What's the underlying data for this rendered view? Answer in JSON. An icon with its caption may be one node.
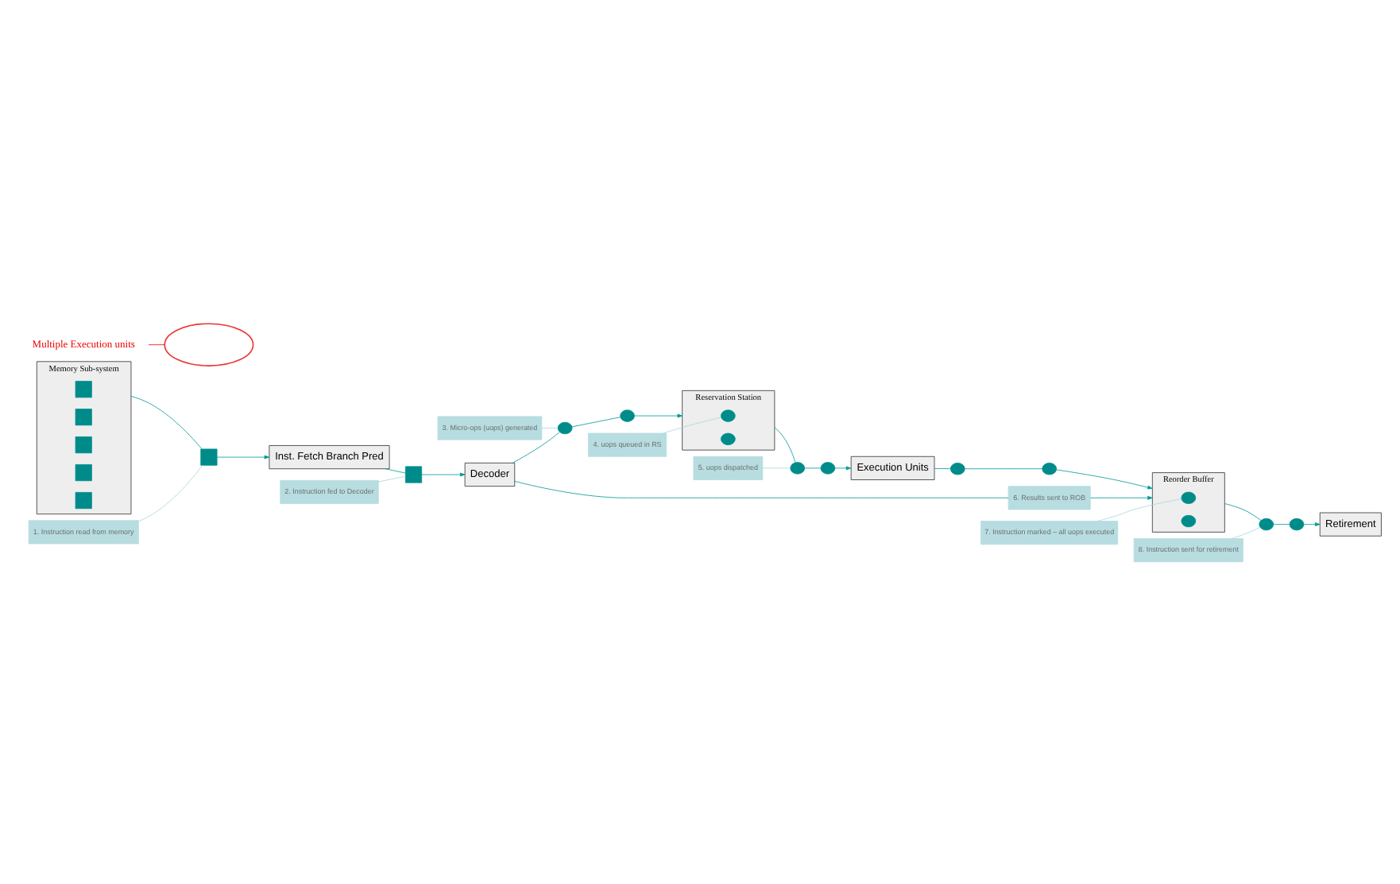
{
  "diagram": {
    "nodes": [
      {
        "text": [
          "Memory Sub-system"
        ]
      },
      {
        "text": [],
        "shape": "box",
        "in": 0
      },
      {
        "text": [],
        "shape": "box",
        "in": 0
      },
      {
        "text": [],
        "shape": "box",
        "in": 0
      },
      {
        "text": [],
        "shape": "box",
        "in": 0
      },
      {
        "text": [],
        "shape": "box",
        "in": 0
      },
      {
        "text": [],
        "shape": "box"
      },
      {
        "text": [
          "Inst. Fetch Branch Pred"
        ]
      },
      {
        "text": [],
        "shape": "box"
      },
      {
        "text": [
          "Decoder"
        ]
      },
      {
        "text": [
          "Reservation Station"
        ]
      },
      {
        "text": [],
        "shape": "circle",
        "in": 10
      },
      {
        "text": [],
        "shape": "circle",
        "in": 10
      },
      {
        "text": [],
        "shape": "circle"
      },
      {
        "text": [],
        "shape": "circle"
      },
      {
        "text": [],
        "shape": "circle"
      },
      {
        "text": [],
        "shape": "circle"
      },
      {
        "text": [],
        "shape": "circle"
      },
      {
        "text": [
          "Execution Units"
        ]
      },
      {
        "text": [],
        "shape": "circle"
      },
      {
        "text": [],
        "shape": "circle"
      },
      {
        "text": [
          "Reorder Buffer"
        ]
      },
      {
        "text": [],
        "shape": "circle",
        "in": 21
      },
      {
        "text": [],
        "shape": "circle",
        "in": 21
      },
      {
        "text": [],
        "shape": "circle"
      },
      {
        "text": [],
        "shape": "circle"
      },
      {
        "text": [
          "Retirement"
        ]
      },
      {
        "text": [
          "1. Instruction read from memory"
        ]
      },
      {
        "text": [
          "4. uops queued in RS"
        ]
      },
      {
        "text": [
          "2. Instruction fed to Decoder"
        ]
      },
      {
        "text": [
          "5. uops dispatched"
        ]
      },
      {
        "text": [
          "6. Results sent to ROB"
        ]
      },
      {
        "text": [
          "7. Instruction marked – all uops executed"
        ]
      },
      {
        "text": [
          "3. Micro-ops (uops) generated"
        ]
      },
      {
        "text": [
          "8. Instruction sent for retirement"
        ]
      },
      {
        "text": [
          "Multiple Execution units"
        ]
      }
    ],
    "edges": [
      {
        "from": 0,
        "to": 6,
        "arrow": "none"
      },
      {
        "from": 6,
        "to": 7,
        "arrow": "to"
      },
      {
        "from": 7,
        "to": 8,
        "arrow": "none"
      },
      {
        "from": 8,
        "to": 9,
        "arrow": "to"
      },
      {
        "from": 9,
        "to": 14,
        "arrow": "none"
      },
      {
        "from": 14,
        "to": 13,
        "arrow": "none"
      },
      {
        "from": 13,
        "to": 10,
        "arrow": "to"
      },
      {
        "from": 10,
        "to": 15,
        "arrow": "none"
      },
      {
        "from": 15,
        "to": 16,
        "arrow": "none"
      },
      {
        "from": 16,
        "to": 18,
        "arrow": "to"
      },
      {
        "from": 18,
        "to": 19,
        "arrow": "none"
      },
      {
        "from": 19,
        "to": 20,
        "arrow": "none"
      },
      {
        "from": 20,
        "to": 21,
        "arrow": "to"
      },
      {
        "from": 21,
        "to": 24,
        "arrow": "none"
      },
      {
        "from": 24,
        "to": 25,
        "arrow": "none"
      },
      {
        "from": 25,
        "to": 26,
        "arrow": "to"
      },
      {
        "from": 9,
        "to": 31,
        "arrow": "none"
      },
      {
        "from": 31,
        "to": 21,
        "arrow": "to"
      },
      {
        "from": 27,
        "to": 6,
        "arrow": "none",
        "color": "#a8d8dc"
      },
      {
        "from": 28,
        "to": 11,
        "arrow": "none",
        "color": "#a8d8dc"
      },
      {
        "from": 29,
        "to": 8,
        "arrow": "none",
        "color": "#a8d8dc"
      },
      {
        "from": 30,
        "to": 15,
        "arrow": "none",
        "color": "#a8d8dc"
      },
      {
        "from": 33,
        "to": 14,
        "arrow": "none",
        "color": "#a8d8dc"
      },
      {
        "from": 32,
        "to": 22,
        "arrow": "none",
        "color": "#a8d8dc"
      },
      {
        "from": 34,
        "to": 24,
        "arrow": "none",
        "color": "#a8d8dc"
      },
      {
        "from": 35,
        "to": 17,
        "arrow": "none",
        "color": "#ff0000"
      }
    ]
  }
}
